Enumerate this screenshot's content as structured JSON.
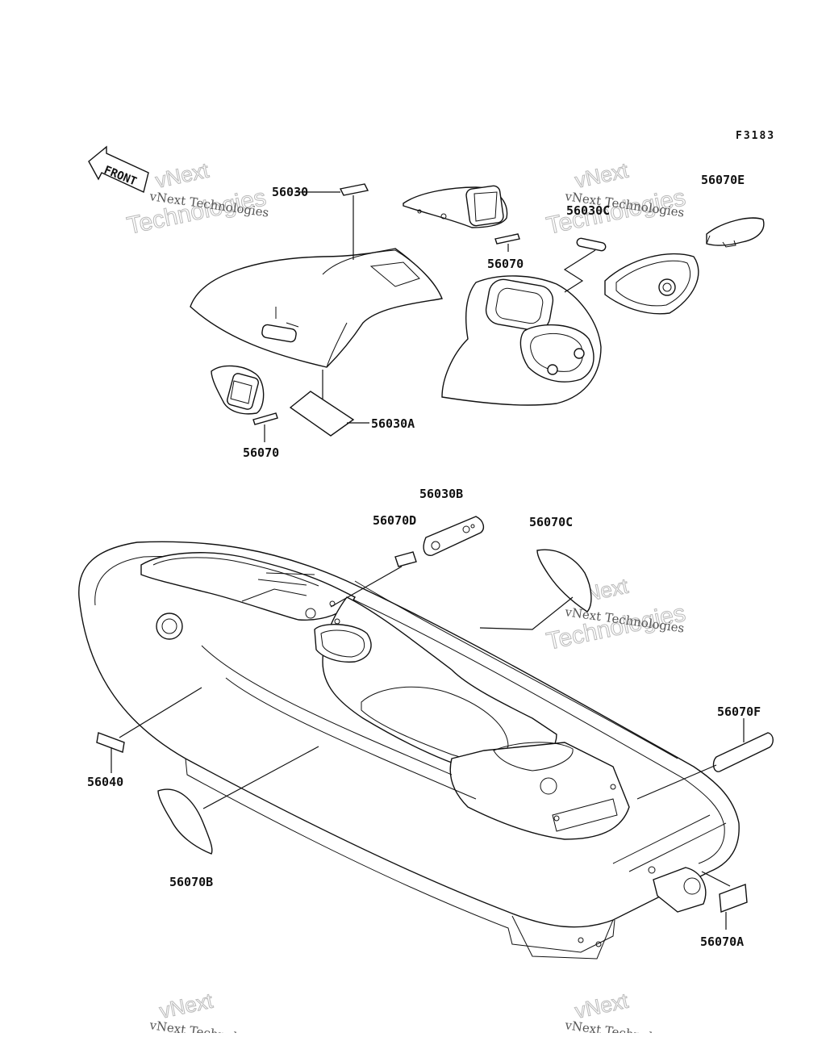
{
  "figure_code": "F3183",
  "front_label": "FRONT",
  "watermark": {
    "line1": "vNext",
    "line2": "Technologies",
    "caption": "vNext Technologies"
  },
  "labels": {
    "l56030": "56030",
    "l56030A": "56030A",
    "l56030C": "56030C",
    "l56070_upper": "56070",
    "l56070_left": "56070",
    "l56070E": "56070E",
    "l56030B": "56030B",
    "l56070D": "56070D",
    "l56070C": "56070C",
    "l56070F": "56070F",
    "l56040": "56040",
    "l56070B": "56070B",
    "l56070A": "56070A"
  }
}
